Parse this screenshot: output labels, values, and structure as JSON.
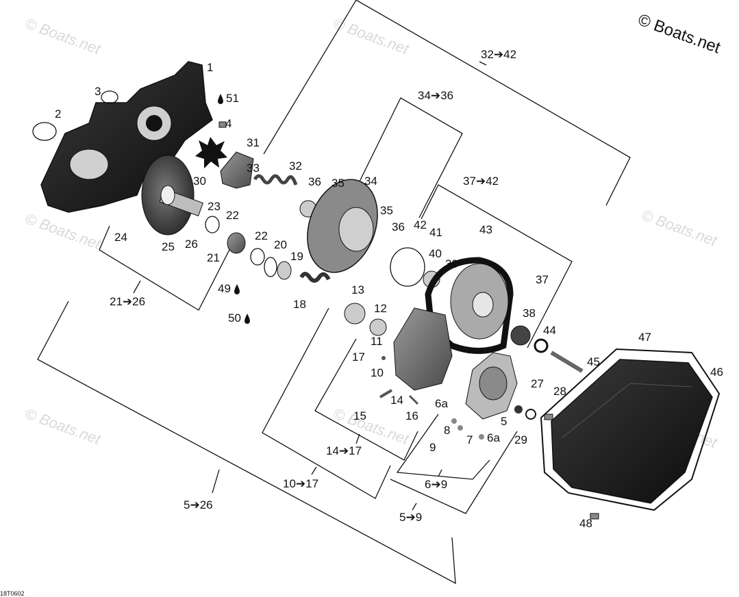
{
  "copyright": "© Boats.net",
  "watermark": "© Boats.net",
  "drawing_code": "18T0602",
  "callouts": {
    "c1": "1",
    "c2": "2",
    "c3": "3",
    "c4": "4",
    "c51": "51",
    "c5": "5",
    "c6a_1": "6a",
    "c6a_2": "6a",
    "c7": "7",
    "c8": "8",
    "c9": "9",
    "c10": "10",
    "c11": "11",
    "c12": "12",
    "c13": "13",
    "c14": "14",
    "c15": "15",
    "c16": "16",
    "c17": "17",
    "c18": "18",
    "c19": "19",
    "c20": "20",
    "c21": "21",
    "c22a": "22",
    "c22b": "22",
    "c23": "23",
    "c24": "24",
    "c25": "25",
    "c26": "26",
    "c27": "27",
    "c28": "28",
    "c29": "29",
    "c30": "30",
    "c31": "31",
    "c32": "32",
    "c33": "33",
    "c34": "34",
    "c35a": "35",
    "c35b": "35",
    "c36a": "36",
    "c36b": "36",
    "c37": "37",
    "c38": "38",
    "c39": "39",
    "c40": "40",
    "c41": "41",
    "c42": "42",
    "c43": "43",
    "c44": "44",
    "c45": "45",
    "c46": "46",
    "c47": "47",
    "c48": "48",
    "c49": "49",
    "c50": "50"
  },
  "groups": {
    "g32_42": "32➔42",
    "g34_36": "34➔36",
    "g37_42": "37➔42",
    "g21_26": "21➔26",
    "g5_26": "5➔26",
    "g10_17": "10➔17",
    "g14_17": "14➔17",
    "g6_9": "6➔9",
    "g5_9": "5➔9"
  },
  "icons": [
    "oil-drop-icon"
  ]
}
